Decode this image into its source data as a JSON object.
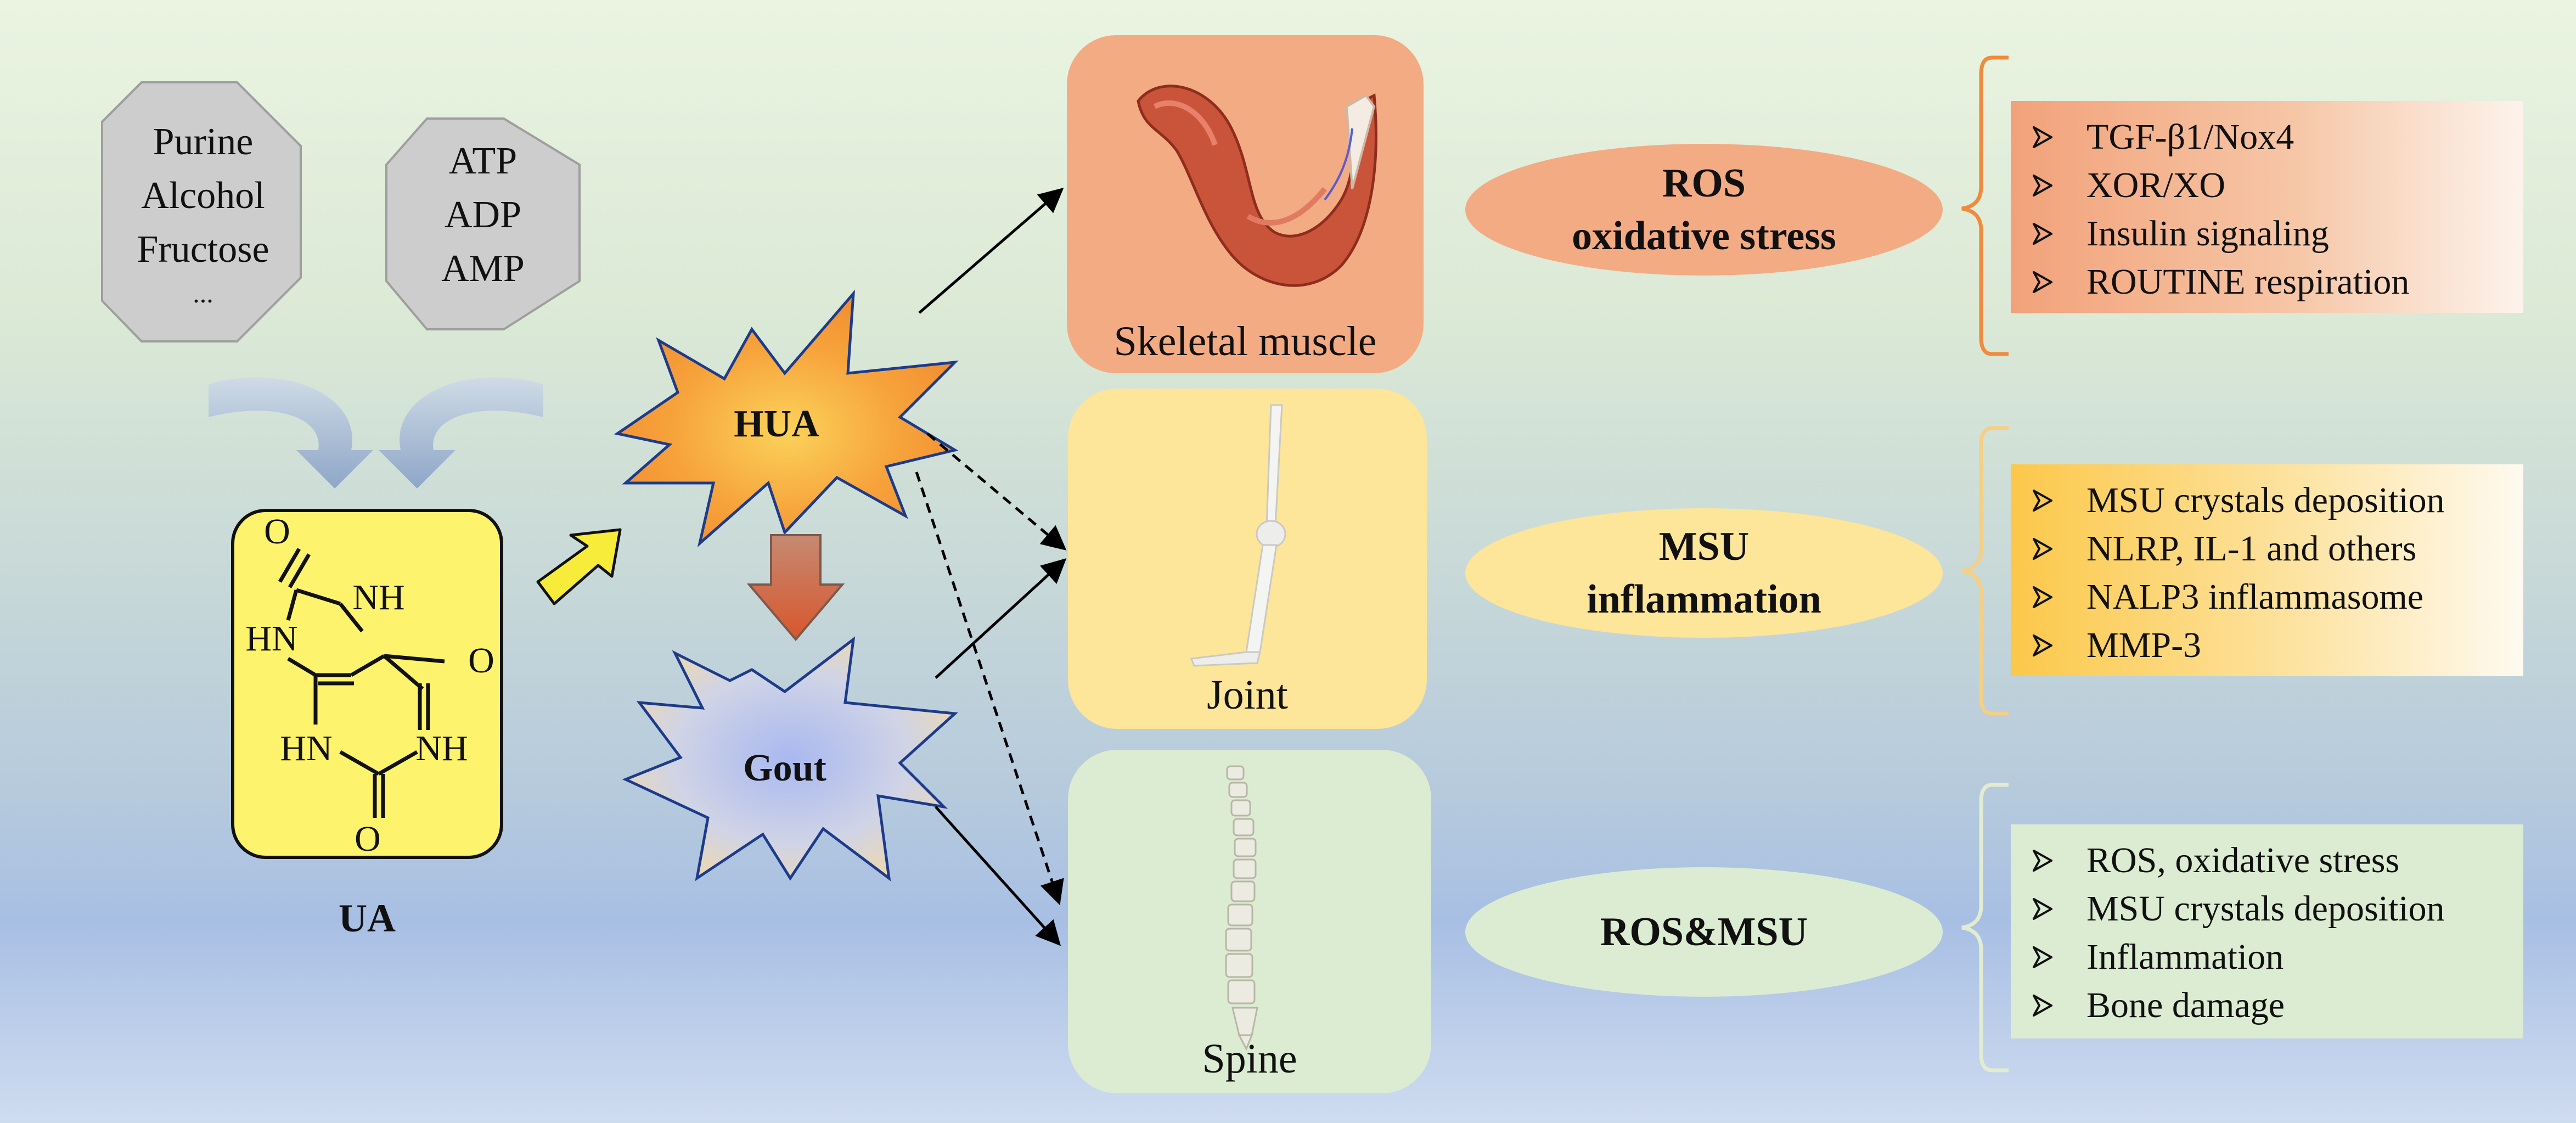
{
  "sources": {
    "left_items": [
      "Purine",
      "Alcohol",
      "Fructose",
      "..."
    ],
    "right_items": [
      "ATP",
      "ADP",
      "AMP"
    ]
  },
  "molecule": {
    "label": "UA",
    "atoms": [
      "O",
      "NH",
      "HN",
      "O",
      "HN",
      "NH",
      "O"
    ]
  },
  "conditions": {
    "hua": "HUA",
    "gout": "Gout"
  },
  "panels": [
    {
      "label": "Skeletal muscle",
      "color": "#f3ab84"
    },
    {
      "label": "Joint",
      "color": "#fde59a"
    },
    {
      "label": "Spine",
      "color": "#dcecd2"
    }
  ],
  "mechanisms": [
    {
      "line1": "ROS",
      "line2": "oxidative stress",
      "color": "#f3ab84"
    },
    {
      "line1": "MSU",
      "line2": "inflammation",
      "color": "#fde59a"
    },
    {
      "line1": "ROS&MSU",
      "line2": "",
      "color": "#dcecd2"
    }
  ],
  "details": [
    {
      "items": [
        "TGF-β1/Nox4",
        "XOR/XO",
        "Insulin signaling",
        "ROUTINE respiration"
      ],
      "color": "#f2a27a",
      "bracket_color": "#f08a3c"
    },
    {
      "items": [
        "MSU crystals deposition",
        "NLRP, IL-1 and others",
        "NALP3 inflammasome",
        "MMP-3"
      ],
      "color": "#fcc84a",
      "bracket_color": "#f6cf82"
    },
    {
      "items": [
        "ROS, oxidative stress",
        "MSU crystals deposition",
        "Inflammation",
        "Bone damage"
      ],
      "color": "#dcecd2",
      "bracket_color": "#e2ecd0"
    }
  ]
}
